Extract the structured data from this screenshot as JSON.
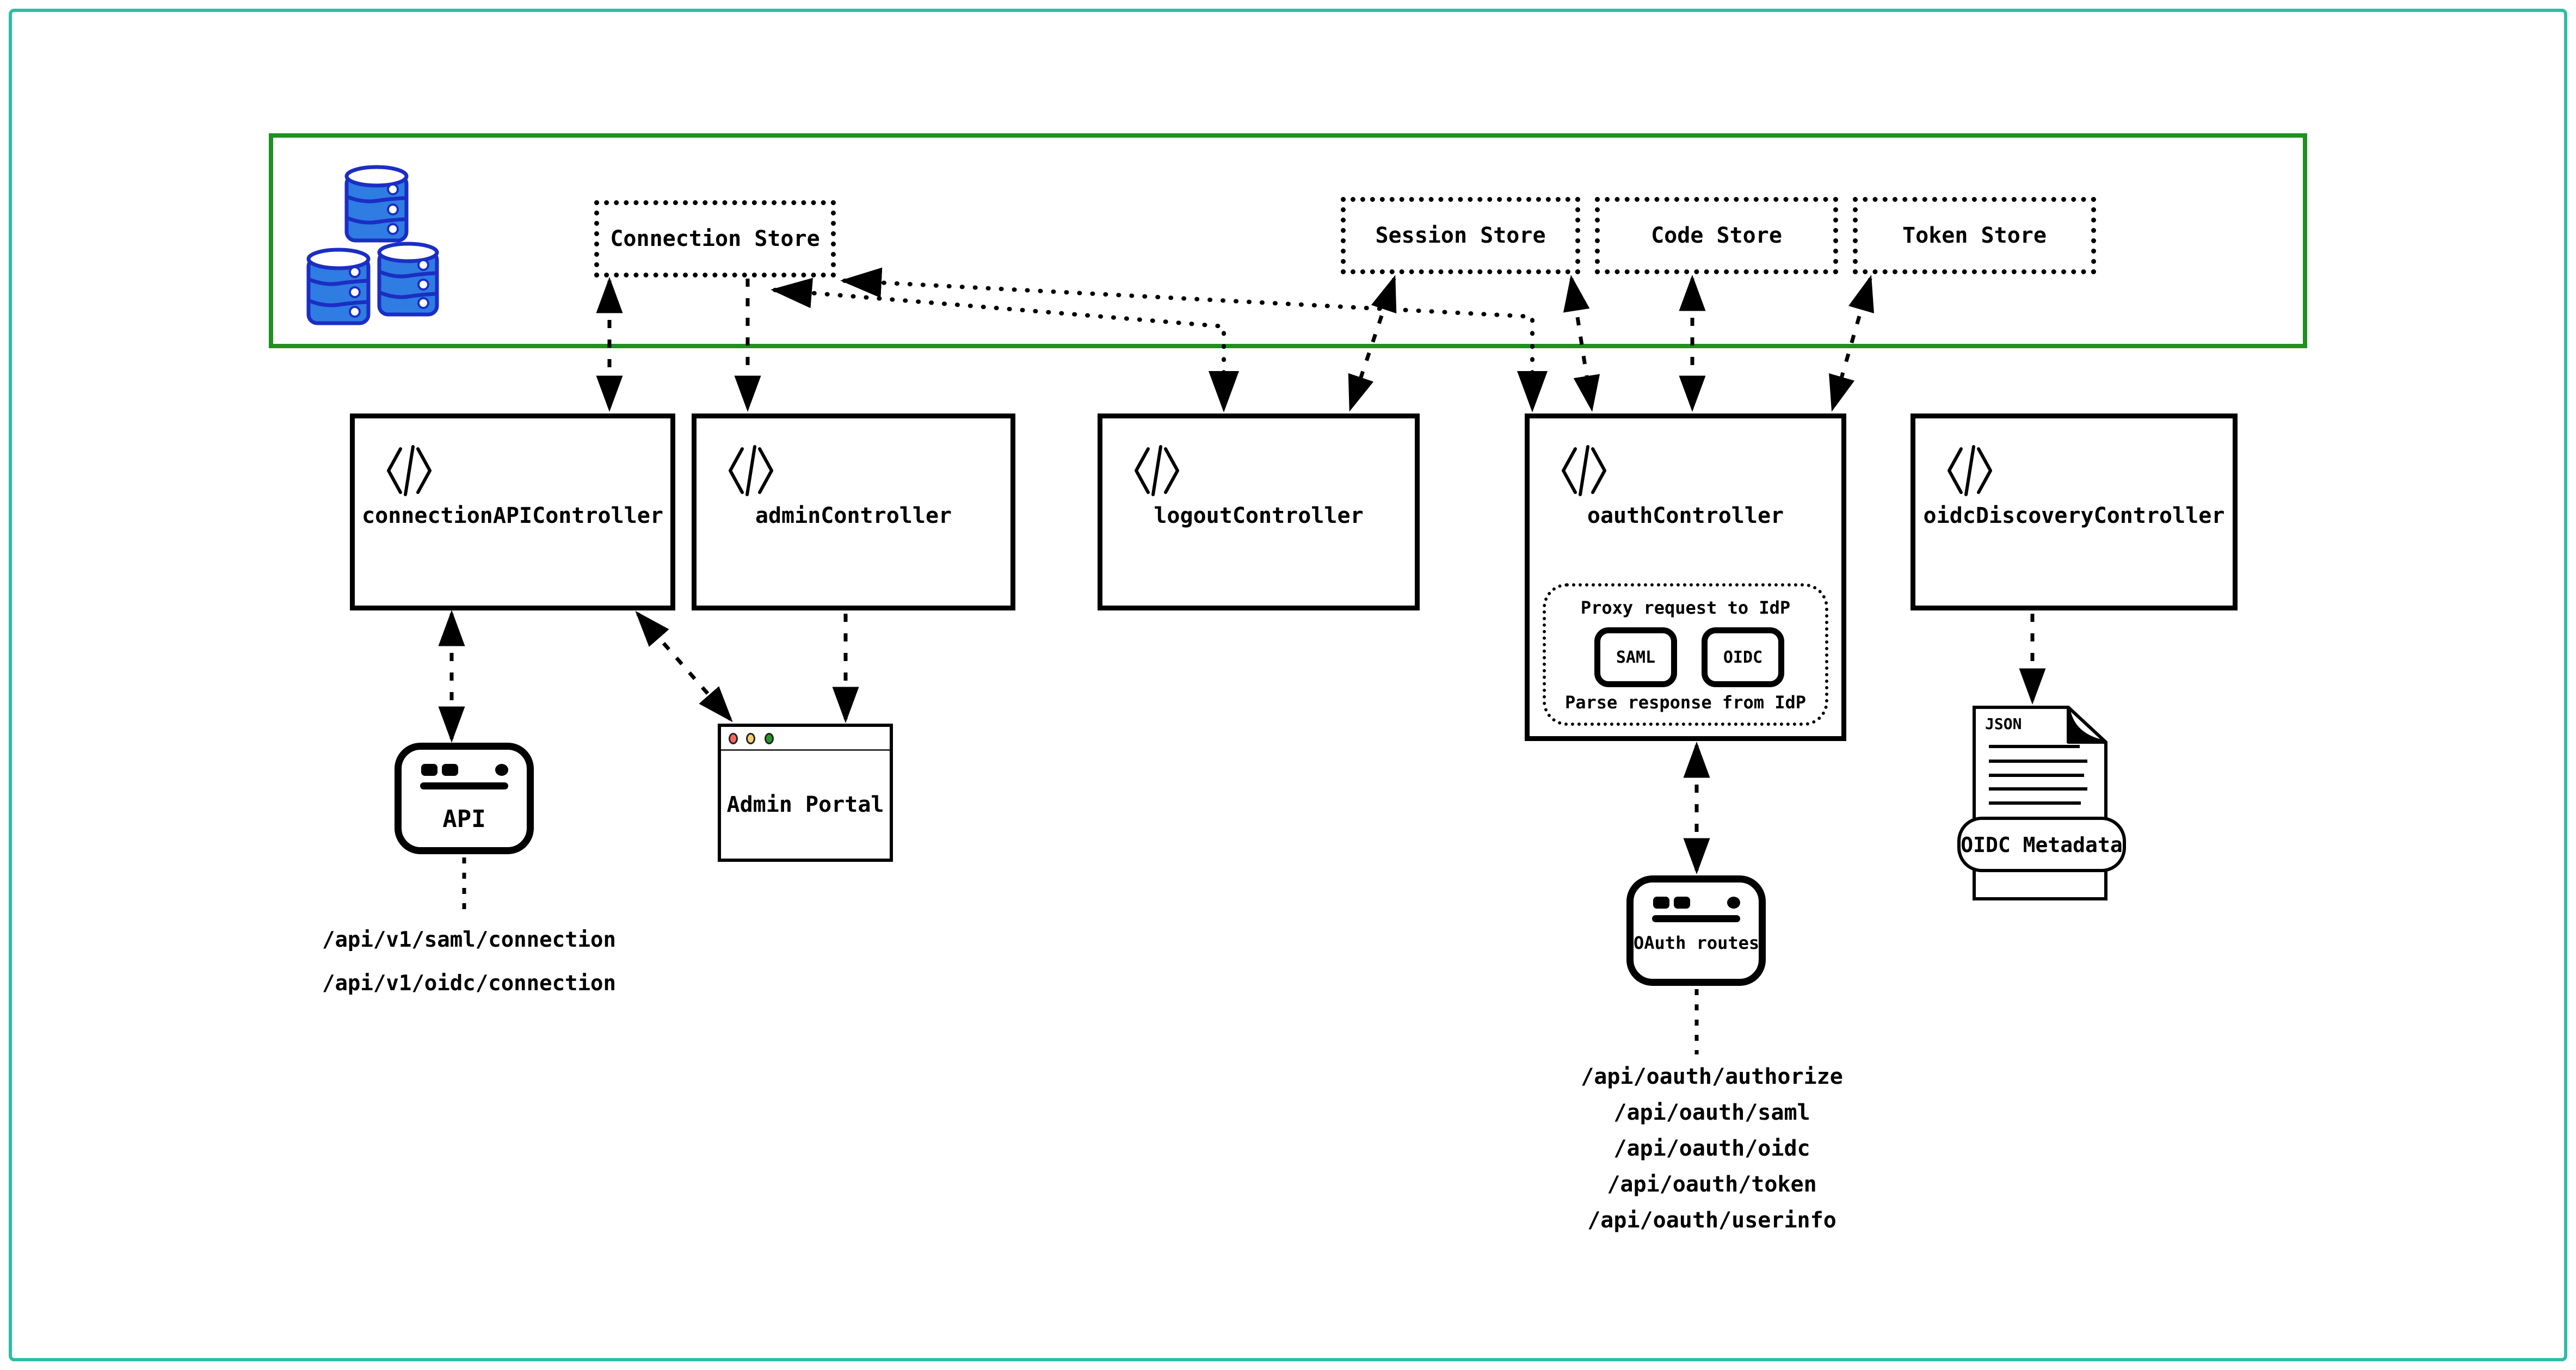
{
  "colors": {
    "frame_teal": "#2dbfa4",
    "storage_green": "#1e9120",
    "db_fill": "#2f7ce2",
    "db_stroke": "#1b2ec4",
    "traffic_red": "#f4695f",
    "traffic_yellow": "#f5d06c",
    "traffic_green": "#27962a",
    "ink": "#000000"
  },
  "storage_layer": {
    "stores": [
      {
        "label": "Connection Store"
      },
      {
        "label": "Session Store"
      },
      {
        "label": "Code Store"
      },
      {
        "label": "Token Store"
      }
    ]
  },
  "controllers": [
    {
      "label": "connectionAPIController"
    },
    {
      "label": "adminController"
    },
    {
      "label": "logoutController"
    },
    {
      "label": "oauthController"
    },
    {
      "label": "oidcDiscoveryController"
    }
  ],
  "oauth_proxy": {
    "title": "Proxy request to IdP",
    "protocols": [
      {
        "label": "SAML"
      },
      {
        "label": "OIDC"
      }
    ],
    "footer": "Parse response from IdP"
  },
  "clients": {
    "api": {
      "label": "API",
      "routes": [
        "/api/v1/saml/connection",
        "/api/v1/oidc/connection"
      ]
    },
    "admin_portal": {
      "label": "Admin Portal"
    },
    "oauth_routes": {
      "label": "OAuth routes",
      "routes": [
        "/api/oauth/authorize",
        "/api/oauth/saml",
        "/api/oauth/oidc",
        "/api/oauth/token",
        "/api/oauth/userinfo"
      ]
    },
    "oidc_metadata": {
      "file_type": "JSON",
      "label": "OIDC Metadata"
    }
  }
}
